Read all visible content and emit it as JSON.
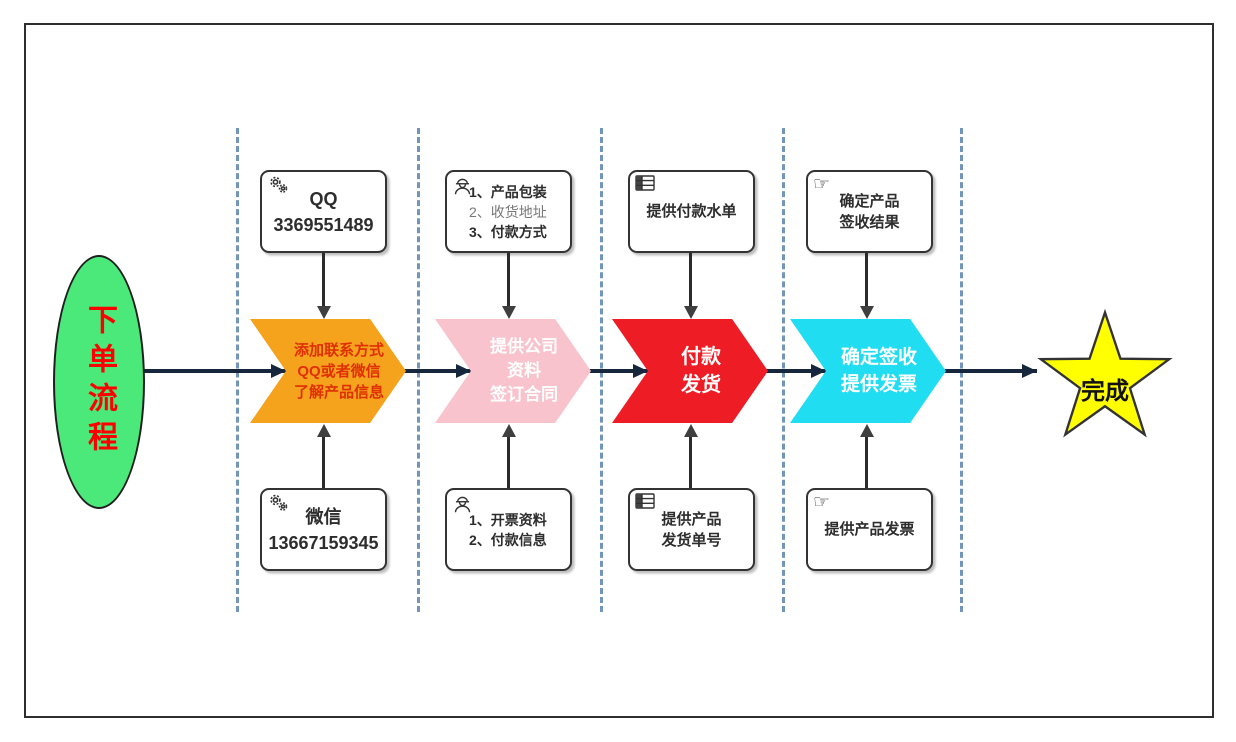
{
  "start": {
    "label": "下单流程"
  },
  "finish": {
    "label": "完成"
  },
  "steps": [
    {
      "chevron_lines": [
        "添加联系方式",
        "QQ或者微信",
        "了解产品信息"
      ],
      "top_box": {
        "icon": "gears",
        "lines": [
          "QQ",
          "3369551489"
        ]
      },
      "bottom_box": {
        "icon": "gears",
        "lines": [
          "微信",
          "13667159345"
        ]
      }
    },
    {
      "chevron_lines": [
        "提供公司",
        "资料",
        "签订合同"
      ],
      "top_box": {
        "icon": "worker",
        "lines": [
          "1、产品包装",
          "2、收货地址",
          "3、付款方式"
        ]
      },
      "bottom_box": {
        "icon": "worker",
        "lines": [
          "1、开票资料",
          "2、付款信息"
        ]
      }
    },
    {
      "chevron_lines": [
        "付款",
        "发货"
      ],
      "top_box": {
        "icon": "table",
        "lines": [
          "提供付款水单"
        ]
      },
      "bottom_box": {
        "icon": "table",
        "lines": [
          "提供产品",
          "发货单号"
        ]
      }
    },
    {
      "chevron_lines": [
        "确定签收",
        "提供发票"
      ],
      "top_box": {
        "icon": "pointer",
        "lines": [
          "确定产品",
          "签收结果"
        ]
      },
      "bottom_box": {
        "icon": "pointer",
        "lines": [
          "提供产品发票"
        ]
      }
    }
  ],
  "icons": {
    "pointer_glyph": "☞"
  },
  "colors": {
    "ellipse_fill": "#4be87a",
    "ellipse_text": "#ff0000",
    "chevron1_fill": "#f5a21d",
    "chevron1_text": "#e03000",
    "chevron2_fill": "#f8c3cd",
    "chevron3_fill": "#ee1c25",
    "chevron4_fill": "#20ddf1",
    "chevron_light_text": "#ffffff",
    "star_fill": "#ffff00",
    "flow_line": "#16263c",
    "lane_dash": "#7296bb",
    "box_border": "#333333"
  }
}
